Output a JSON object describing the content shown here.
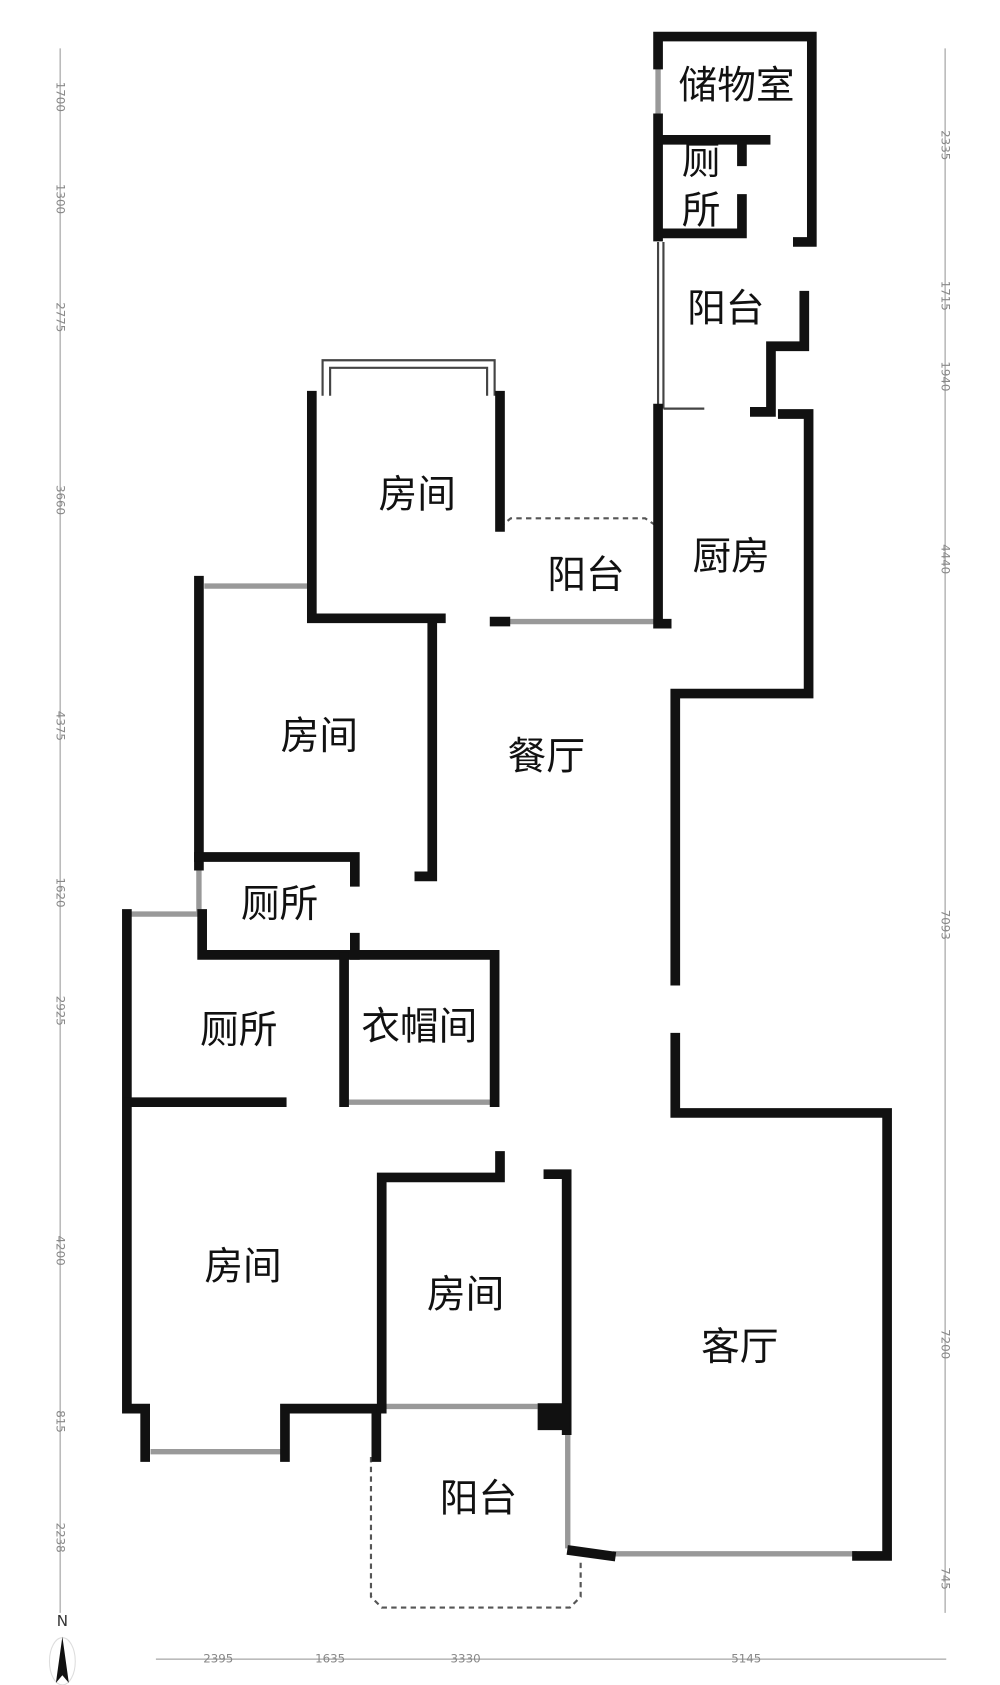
{
  "rooms": {
    "storage": "储物室",
    "toilet_top_1": "厕",
    "toilet_top_2": "所",
    "balcony_top": "阳台",
    "bedroom_top": "房间",
    "balcony_mid": "阳台",
    "kitchen": "厨房",
    "bedroom_left": "房间",
    "dining": "餐厅",
    "toilet_mid": "厕所",
    "toilet_left": "厕所",
    "cloakroom": "衣帽间",
    "bedroom_bottom_left": "房间",
    "bedroom_bottom_mid": "房间",
    "living": "客厅",
    "balcony_bottom": "阳台"
  },
  "dimensions": {
    "left": [
      "1700",
      "1300",
      "2775",
      "3660",
      "4375",
      "1620",
      "2925",
      "4200",
      "815",
      "2238"
    ],
    "right": [
      "2335",
      "1715",
      "1940",
      "4440",
      "7093",
      "7200",
      "745"
    ],
    "bottom": [
      "2395",
      "1635",
      "3330",
      "5145"
    ]
  },
  "compass": {
    "label": "N"
  },
  "colors": {
    "wall": "#111111",
    "window": "#999999",
    "dimension": "#bbbbbb"
  }
}
